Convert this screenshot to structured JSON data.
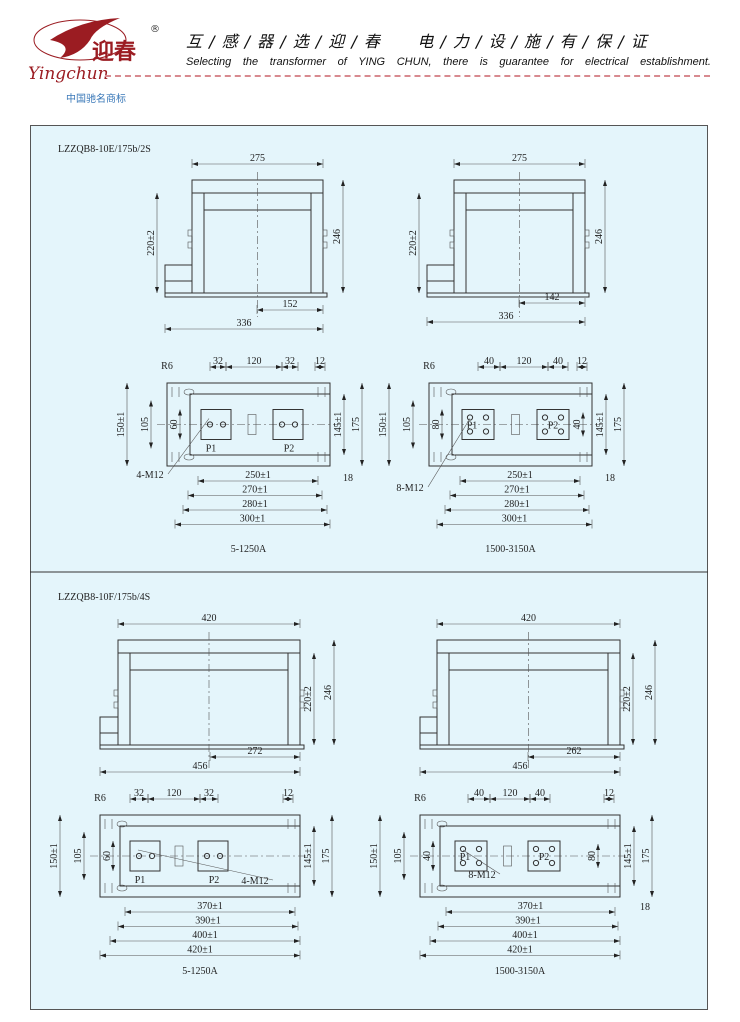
{
  "header": {
    "brand_en": "Yingchun",
    "brand_cn": "迎春",
    "registered": "®",
    "slogan_cn": "互 / 感 / 器 / 选 / 迎 / 春      电 / 力 / 设 / 施 / 有 / 保 / 证",
    "slogan_en": "Selecting the transformer of YING CHUN, there is guarantee for electrical establishment.",
    "trademark": "中国驰名商标"
  },
  "colors": {
    "panel_bg": "#e4f5fb",
    "brand": "#9b1c22",
    "dash": "#d88a90",
    "trademark": "#3a78b8"
  },
  "sections": [
    {
      "model": "LZZQB8-10E/175b/2S",
      "front_left": {
        "width": "275",
        "height_inner": "220±2",
        "height": "246",
        "offset": "152",
        "base": "336"
      },
      "front_right": {
        "width": "275",
        "height_inner": "220±2",
        "height": "246",
        "offset": "142",
        "base": "336"
      },
      "plan_left": {
        "r": "R6",
        "d1": "32",
        "d2": "120",
        "d3": "32",
        "d4": "12",
        "h1": "105",
        "h2": "60",
        "h3": "150±1",
        "h4": "145±1",
        "h5": "175",
        "w1": "250±1",
        "w2": "270±1",
        "w3": "280±1",
        "w4": "300±1",
        "side": "18",
        "bolt": "4-M12",
        "p1": "P1",
        "p2": "P2",
        "caption": "5-1250A"
      },
      "plan_right": {
        "r": "R6",
        "d1": "40",
        "d2": "120",
        "d3": "40",
        "d4": "12",
        "h1": "105",
        "h2": "80",
        "h3": "150±1",
        "h4": "145±1",
        "h5": "175",
        "h6": "40",
        "w1": "250±1",
        "w2": "270±1",
        "w3": "280±1",
        "w4": "300±1",
        "side": "18",
        "bolt": "8-M12",
        "p1": "P1",
        "p2": "P2",
        "caption": "1500-3150A"
      }
    },
    {
      "model": "LZZQB8-10F/175b/4S",
      "front_left": {
        "width": "420",
        "height_inner": "220±2",
        "height": "246",
        "offset": "272",
        "base": "456"
      },
      "front_right": {
        "width": "420",
        "height_inner": "220±2",
        "height": "246",
        "offset": "262",
        "base": "456"
      },
      "plan_left": {
        "r": "R6",
        "d1": "32",
        "d2": "120",
        "d3": "32",
        "d4": "12",
        "h1": "105",
        "h2": "60",
        "h3": "150±1",
        "h4": "145±1",
        "h5": "175",
        "w1": "370±1",
        "w2": "390±1",
        "w3": "400±1",
        "w4": "420±1",
        "bolt": "4-M12",
        "p1": "P1",
        "p2": "P2",
        "caption": "5-1250A"
      },
      "plan_right": {
        "r": "R6",
        "d1": "40",
        "d2": "120",
        "d3": "40",
        "d4": "12",
        "h1": "105",
        "h2": "40",
        "h3": "150±1",
        "h4": "145±1",
        "h5": "175",
        "h6": "80",
        "w1": "370±1",
        "w2": "390±1",
        "w3": "400±1",
        "w4": "420±1",
        "side": "18",
        "bolt": "8-M12",
        "p1": "P1",
        "p2": "P2",
        "caption": "1500-3150A"
      }
    }
  ]
}
